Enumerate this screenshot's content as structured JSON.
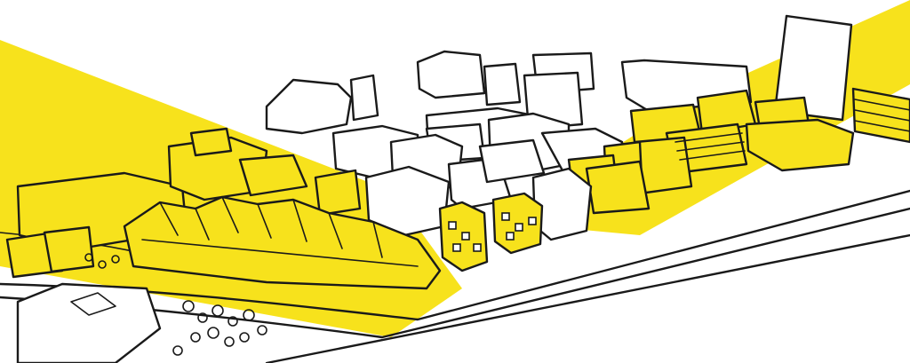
{
  "scene": {
    "description_visible_text": "",
    "colors": {
      "highlight": "#f7e21c",
      "ink": "#1a1a1a",
      "paper": "#ffffff"
    },
    "icons": [
      "yellow-beam",
      "building-block",
      "tree-icon",
      "road-line"
    ]
  }
}
